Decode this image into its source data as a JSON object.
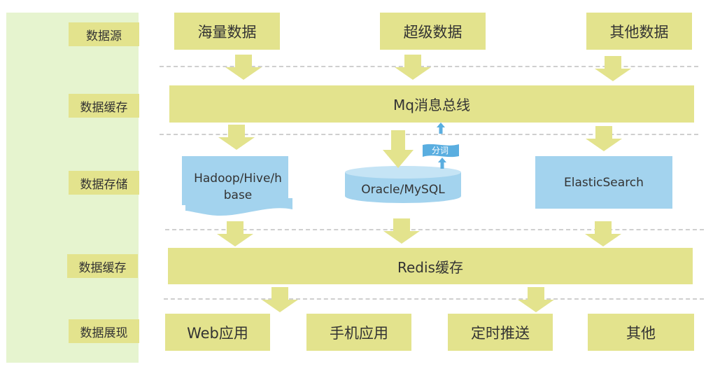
{
  "colors": {
    "sidebar": "#e6f4cf",
    "box": "#e3e38d",
    "storage": "#a3d3ee",
    "accent_arrow": "#5aaee0",
    "divider": "#cfcfcf"
  },
  "layers": [
    {
      "label": "数据源"
    },
    {
      "label": "数据缓存"
    },
    {
      "label": "数据存储"
    },
    {
      "label": "数据缓存"
    },
    {
      "label": "数据展现"
    }
  ],
  "sources": [
    "海量数据",
    "超级数据",
    "其他数据"
  ],
  "mq_bus": "Mq消息总线",
  "storage": {
    "hadoop": "Hadoop/Hive/h base",
    "hadoop_line1": "Hadoop/Hive/h",
    "hadoop_line2": "base",
    "oracle": "Oracle/MySQL",
    "elastic": "ElasticSearch",
    "tokenize": "分词"
  },
  "redis": "Redis缓存",
  "apps": [
    "Web应用",
    "手机应用",
    "定时推送",
    "其他"
  ],
  "icons": [
    "down-arrow-icon",
    "up-arrow-icon"
  ]
}
